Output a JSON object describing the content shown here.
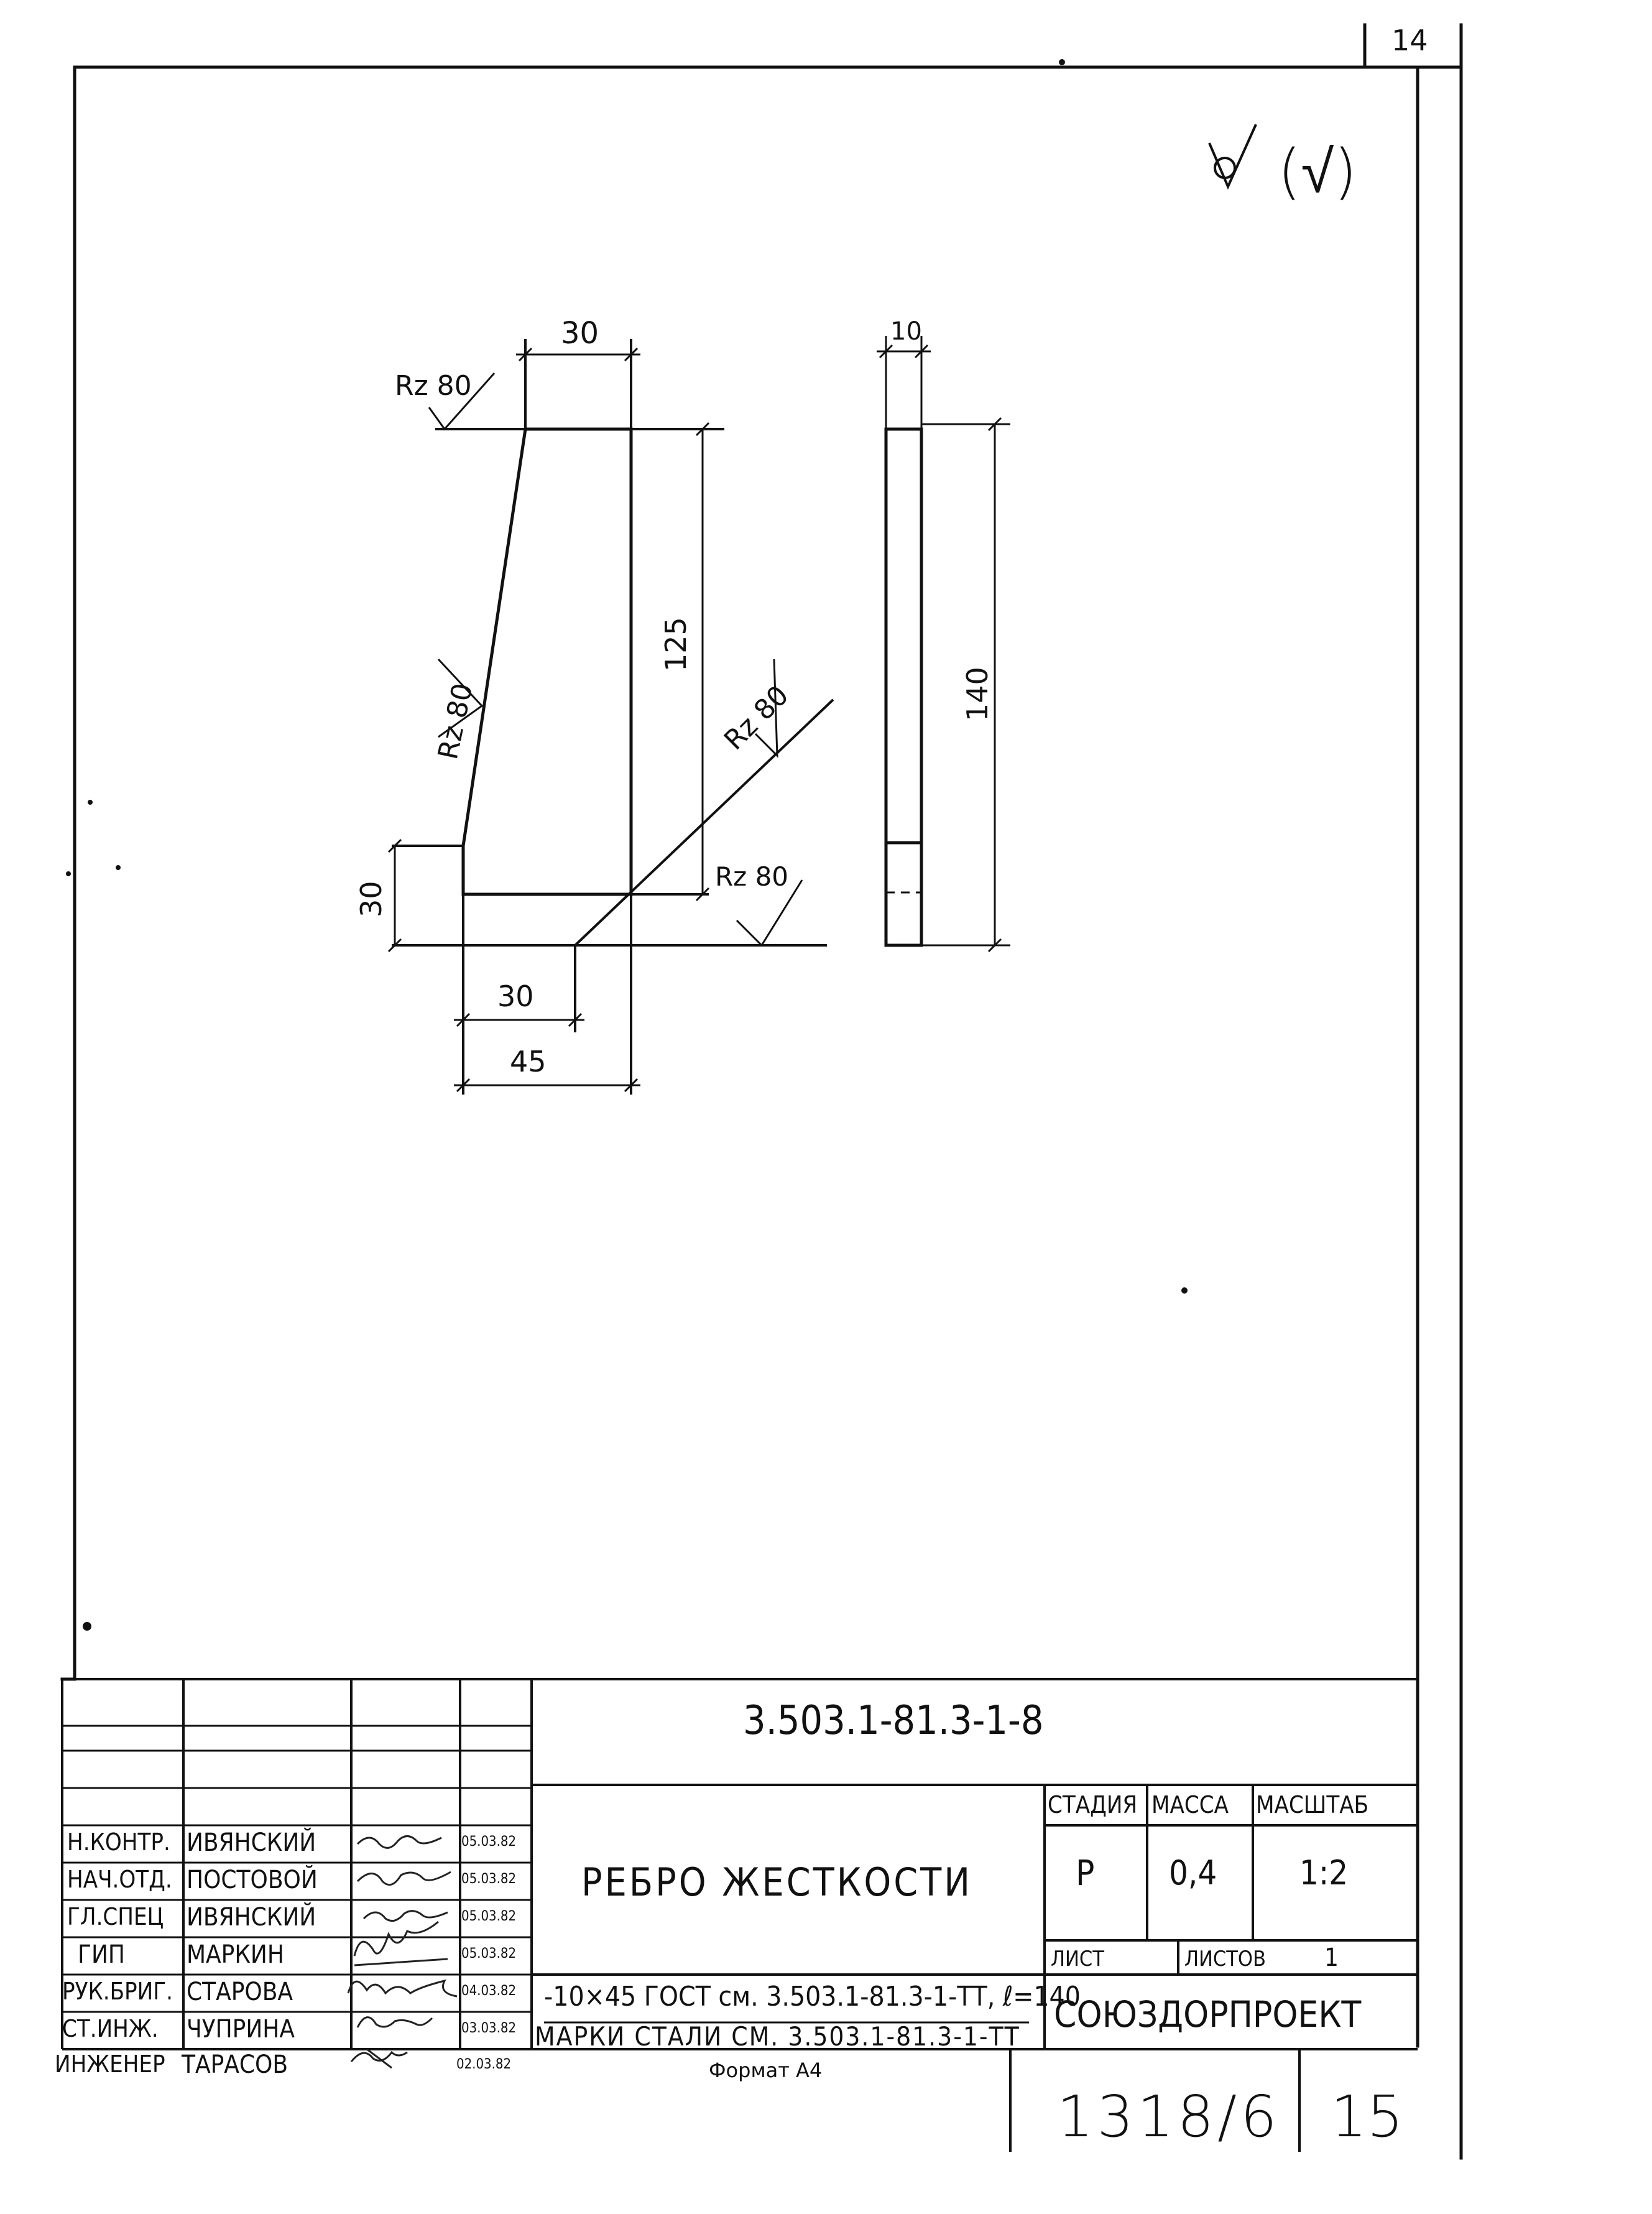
{
  "sheet": {
    "top_page_number": "14",
    "roughness_mark": "(√)",
    "format_label": "Формат А4",
    "archive_number": "1318/6",
    "archive_sheet": "15"
  },
  "drawing": {
    "front_view": {
      "dim_top_width": "30",
      "dim_height_upper": "125",
      "dim_height_lower": "30",
      "dim_bottom_inner": "30",
      "dim_bottom_total": "45",
      "roughness_top": "Rz 80",
      "roughness_left": "Rz 80",
      "roughness_diag": "Rz 80",
      "roughness_bottom": "Rz 80"
    },
    "side_view": {
      "dim_thickness": "10",
      "dim_height": "140"
    }
  },
  "title_block": {
    "document_code": "3.503.1-81.3-1-8",
    "title": "Ребро жесткости",
    "material_line1": "-10×45 ГОСТ см. 3.503.1-81.3-1-ТТ, ℓ=140",
    "material_line2": "МАРКИ СТАЛИ СМ. 3.503.1-81.3-1-ТТ",
    "organization": "СОЮЗДОРПРОЕКТ",
    "stage_label": "СТАДИЯ",
    "mass_label": "МАССА",
    "scale_label": "МАСШТАБ",
    "stage_value": "Р",
    "mass_value": "0,4",
    "scale_value": "1:2",
    "sheet_label": "ЛИСТ",
    "sheets_label": "ЛИСТОВ",
    "sheets_value": "1",
    "signatures": [
      {
        "role": "Н.КОНТР.",
        "name": "ИВЯНСКИЙ",
        "date": "05.03.82"
      },
      {
        "role": "НАЧ.ОТД.",
        "name": "ПОСТОВОЙ",
        "date": "05.03.82"
      },
      {
        "role": "ГЛ.СПЕЦ",
        "name": "ИВЯНСКИЙ",
        "date": "05.03.82"
      },
      {
        "role": "ГИП",
        "name": "МАРКИН",
        "date": "05.03.82"
      },
      {
        "role": "РУК.БРИГ.",
        "name": "СТАРОВА",
        "date": "04.03.82"
      },
      {
        "role": "СТ.ИНЖ.",
        "name": "ЧУПРИНА",
        "date": "03.03.82"
      },
      {
        "role": "ИНЖЕНЕР",
        "name": "ТАРАСОВ",
        "date": "02.03.82"
      }
    ]
  }
}
